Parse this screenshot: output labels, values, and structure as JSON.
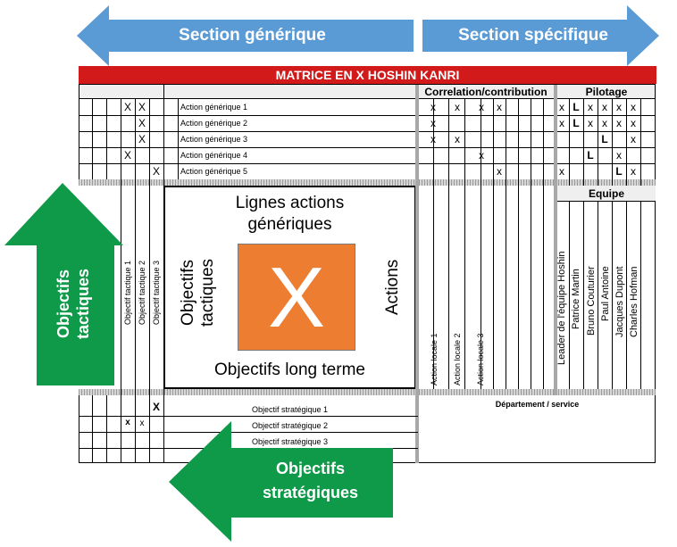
{
  "arrows": {
    "generic_section": "Section générique",
    "specific_section": "Section spécifique",
    "tactical_objectives": [
      "Objectifs",
      "tactiques"
    ],
    "strategic_objectives": [
      "Objectifs",
      "stratégiques"
    ]
  },
  "matrix": {
    "title": "MATRICE EN X HOSHIN KANRI",
    "correlation_header": "Correlation/contribution",
    "pilotage_header": "Pilotage",
    "equipe_header": "Equipe",
    "departement_label": "Département / service",
    "generic_actions": [
      "Action générique 1",
      "Action générique 2",
      "Action générique 3",
      "Action générique 4",
      "Action générique 5"
    ],
    "tactical_objectives": [
      "Objectif tactique 1",
      "Objectif tactique 2",
      "Objectif tactique 3"
    ],
    "strategic_objectives": [
      "Objectif stratégique 1",
      "Objectif stratégique 2",
      "Objectif stratégique 3"
    ],
    "local_actions": [
      "Action locale 1",
      "Action locale 2",
      "Action locale 3"
    ],
    "team_members": [
      "Leader de l'équipe Hoshin",
      "Patrice Martin",
      "Bruno Couturier",
      "Paul Antoine",
      "Jacques Dupont",
      "Charles Hofman"
    ],
    "center": {
      "top_label": [
        "Lignes actions",
        "génériques"
      ],
      "left_label": [
        "Objectifs",
        "tactiques"
      ],
      "right_label": "Actions",
      "bottom_label": "Objectifs long terme",
      "box_letter": "X"
    },
    "marks": {
      "x": "X",
      "lower_x": "x",
      "lead": "L"
    }
  },
  "colors": {
    "blue_arrow": "#5b9bd5",
    "green_arrow": "#0f9a4a",
    "title_red": "#d21a1a",
    "center_orange": "#ed7d31"
  }
}
